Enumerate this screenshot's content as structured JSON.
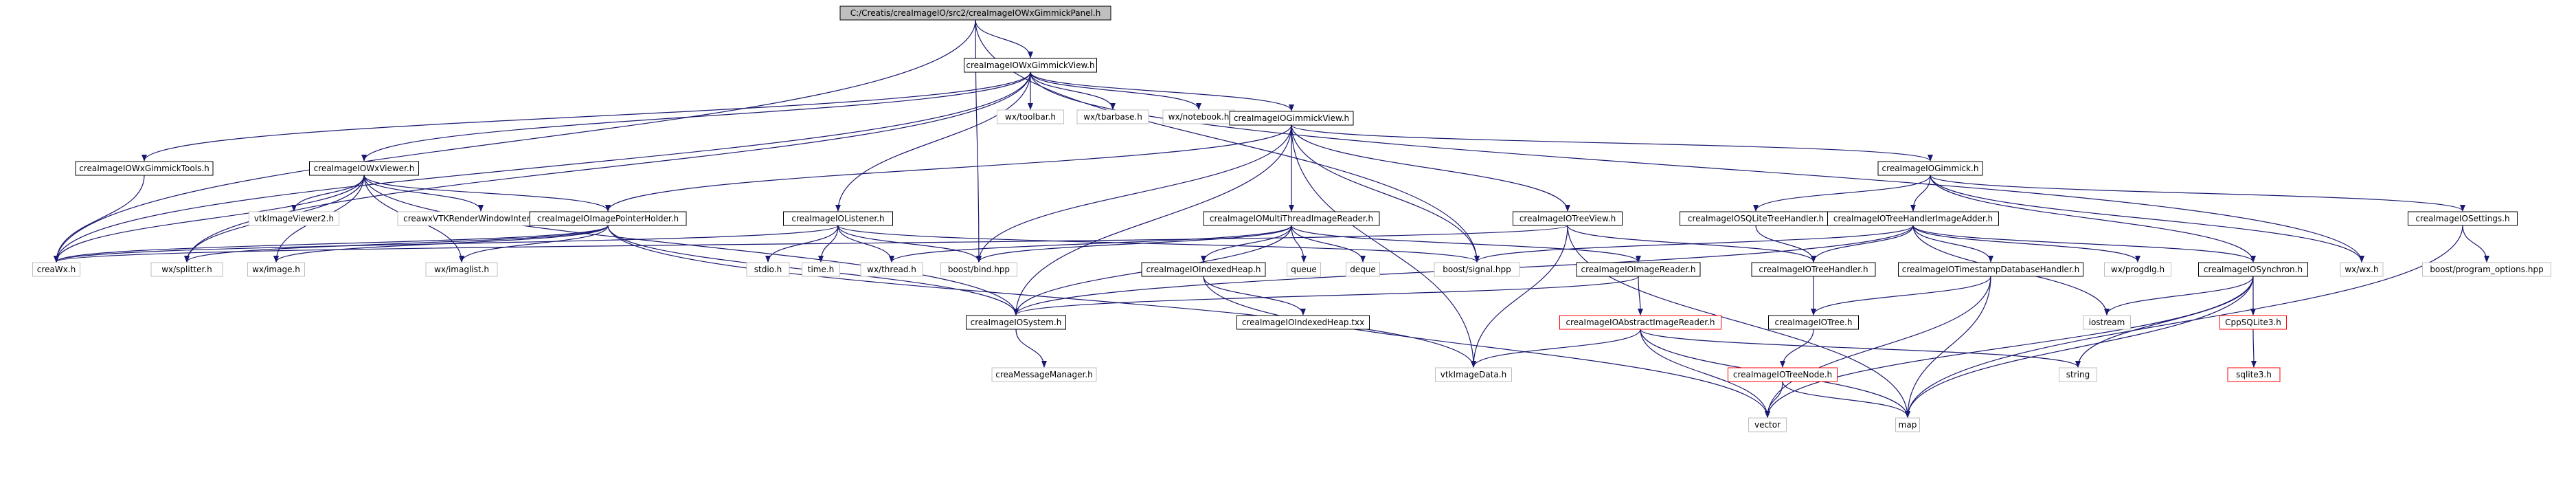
{
  "colors": {
    "edge": "#191970",
    "root_fill": "#bfbfbf",
    "box_border": "#000000",
    "missing_border": "#ff0000",
    "plain_border": "#bfbfbf",
    "text": "#000000"
  },
  "diagram": {
    "nodes": [
      {
        "id": "n0",
        "label": "C:/Creatis/creaImageIO/src2/creaImageIOWxGimmickPanel.h",
        "style": "root"
      },
      {
        "id": "n1",
        "label": "creaImageIOWxGimmickView.h",
        "style": "box"
      },
      {
        "id": "n2",
        "label": "creaImageIOWxGimmickTools.h",
        "style": "box"
      },
      {
        "id": "n3",
        "label": "creaImageIOWxViewer.h",
        "style": "box"
      },
      {
        "id": "n4",
        "label": "wx/toolbar.h",
        "style": "plain"
      },
      {
        "id": "n5",
        "label": "wx/tbarbase.h",
        "style": "plain"
      },
      {
        "id": "n6",
        "label": "wx/notebook.h",
        "style": "plain"
      },
      {
        "id": "n7",
        "label": "creaImageIOGimmickView.h",
        "style": "box"
      },
      {
        "id": "n8",
        "label": "creaImageIOGimmick.h",
        "style": "box"
      },
      {
        "id": "n9",
        "label": "vtkImageViewer2.h",
        "style": "plain"
      },
      {
        "id": "n10",
        "label": "creawxVTKRenderWindowInteractor.h",
        "style": "plain"
      },
      {
        "id": "n11",
        "label": "creaImageIOImagePointerHolder.h",
        "style": "box"
      },
      {
        "id": "n12",
        "label": "creaImageIOListener.h",
        "style": "box"
      },
      {
        "id": "n13",
        "label": "creaImageIOMultiThreadImageReader.h",
        "style": "box"
      },
      {
        "id": "n14",
        "label": "creaImageIOTreeView.h",
        "style": "box"
      },
      {
        "id": "n15",
        "label": "creaImageIOSQLiteTreeHandler.h",
        "style": "box"
      },
      {
        "id": "n16",
        "label": "creaImageIOTreeHandlerImageAdder.h",
        "style": "box"
      },
      {
        "id": "n17",
        "label": "creaImageIOSettings.h",
        "style": "box"
      },
      {
        "id": "n18",
        "label": "creaWx.h",
        "style": "plain"
      },
      {
        "id": "n19",
        "label": "wx/splitter.h",
        "style": "plain"
      },
      {
        "id": "n20",
        "label": "wx/image.h",
        "style": "plain"
      },
      {
        "id": "n21",
        "label": "wx/imaglist.h",
        "style": "plain"
      },
      {
        "id": "n22",
        "label": "stdio.h",
        "style": "plain"
      },
      {
        "id": "n23",
        "label": "time.h",
        "style": "plain"
      },
      {
        "id": "n24",
        "label": "wx/thread.h",
        "style": "plain"
      },
      {
        "id": "n25",
        "label": "boost/bind.hpp",
        "style": "plain"
      },
      {
        "id": "n26",
        "label": "creaImageIOIndexedHeap.h",
        "style": "box"
      },
      {
        "id": "n27",
        "label": "queue",
        "style": "plain"
      },
      {
        "id": "n28",
        "label": "deque",
        "style": "plain"
      },
      {
        "id": "n29",
        "label": "boost/signal.hpp",
        "style": "plain"
      },
      {
        "id": "n30",
        "label": "creaImageIOImageReader.h",
        "style": "box"
      },
      {
        "id": "n31",
        "label": "creaImageIOTreeHandler.h",
        "style": "box"
      },
      {
        "id": "n32",
        "label": "creaImageIOTimestampDatabaseHandler.h",
        "style": "box"
      },
      {
        "id": "n33",
        "label": "wx/progdlg.h",
        "style": "plain"
      },
      {
        "id": "n34",
        "label": "creaImageIOSynchron.h",
        "style": "box"
      },
      {
        "id": "n35",
        "label": "wx/wx.h",
        "style": "plain"
      },
      {
        "id": "n36",
        "label": "boost/program_options.hpp",
        "style": "plain"
      },
      {
        "id": "n37",
        "label": "creaImageIOSystem.h",
        "style": "box"
      },
      {
        "id": "n38",
        "label": "creaImageIOIndexedHeap.txx",
        "style": "box"
      },
      {
        "id": "n39",
        "label": "creaImageIOAbstractImageReader.h",
        "style": "missing"
      },
      {
        "id": "n40",
        "label": "creaImageIOTree.h",
        "style": "box"
      },
      {
        "id": "n41",
        "label": "iostream",
        "style": "plain"
      },
      {
        "id": "n42",
        "label": "CppSQLite3.h",
        "style": "missing"
      },
      {
        "id": "n43",
        "label": "creaMessageManager.h",
        "style": "plain"
      },
      {
        "id": "n44",
        "label": "vtkImageData.h",
        "style": "plain"
      },
      {
        "id": "n45",
        "label": "creaImageIOTreeNode.h",
        "style": "missing"
      },
      {
        "id": "n46",
        "label": "string",
        "style": "plain"
      },
      {
        "id": "n47",
        "label": "sqlite3.h",
        "style": "missing"
      },
      {
        "id": "n48",
        "label": "vector",
        "style": "plain"
      },
      {
        "id": "n49",
        "label": "map",
        "style": "plain"
      }
    ]
  }
}
